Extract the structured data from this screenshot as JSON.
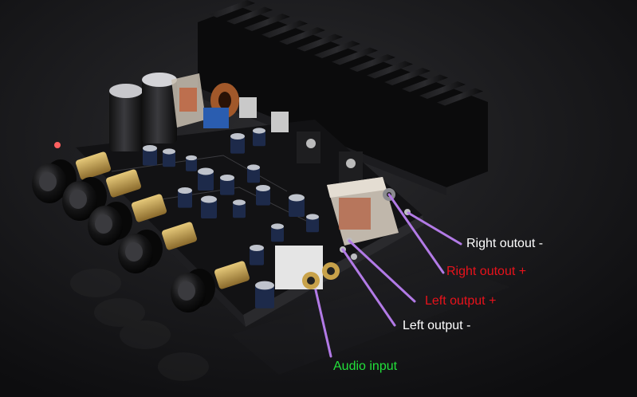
{
  "labels": {
    "right_output_minus": {
      "text": "Right outout -",
      "color": "#ffffff"
    },
    "right_output_plus": {
      "text": "Right outout +",
      "color": "#e8121b"
    },
    "left_output_plus": {
      "text": "Left output +",
      "color": "#e8121b"
    },
    "left_output_minus": {
      "text": "Left output -",
      "color": "#ffffff"
    },
    "audio_input": {
      "text": "Audio input",
      "color": "#22e03a"
    }
  },
  "colors": {
    "background": "#151517",
    "heatsink": "#0b0b0c",
    "pcb": "#121214",
    "callout_line": "#b27ae6",
    "knob": "#0c0c0c",
    "potentiometer_brass": "#b9964e",
    "relay": "#cfc6b8",
    "trimmer_blue": "#2a5db0"
  }
}
